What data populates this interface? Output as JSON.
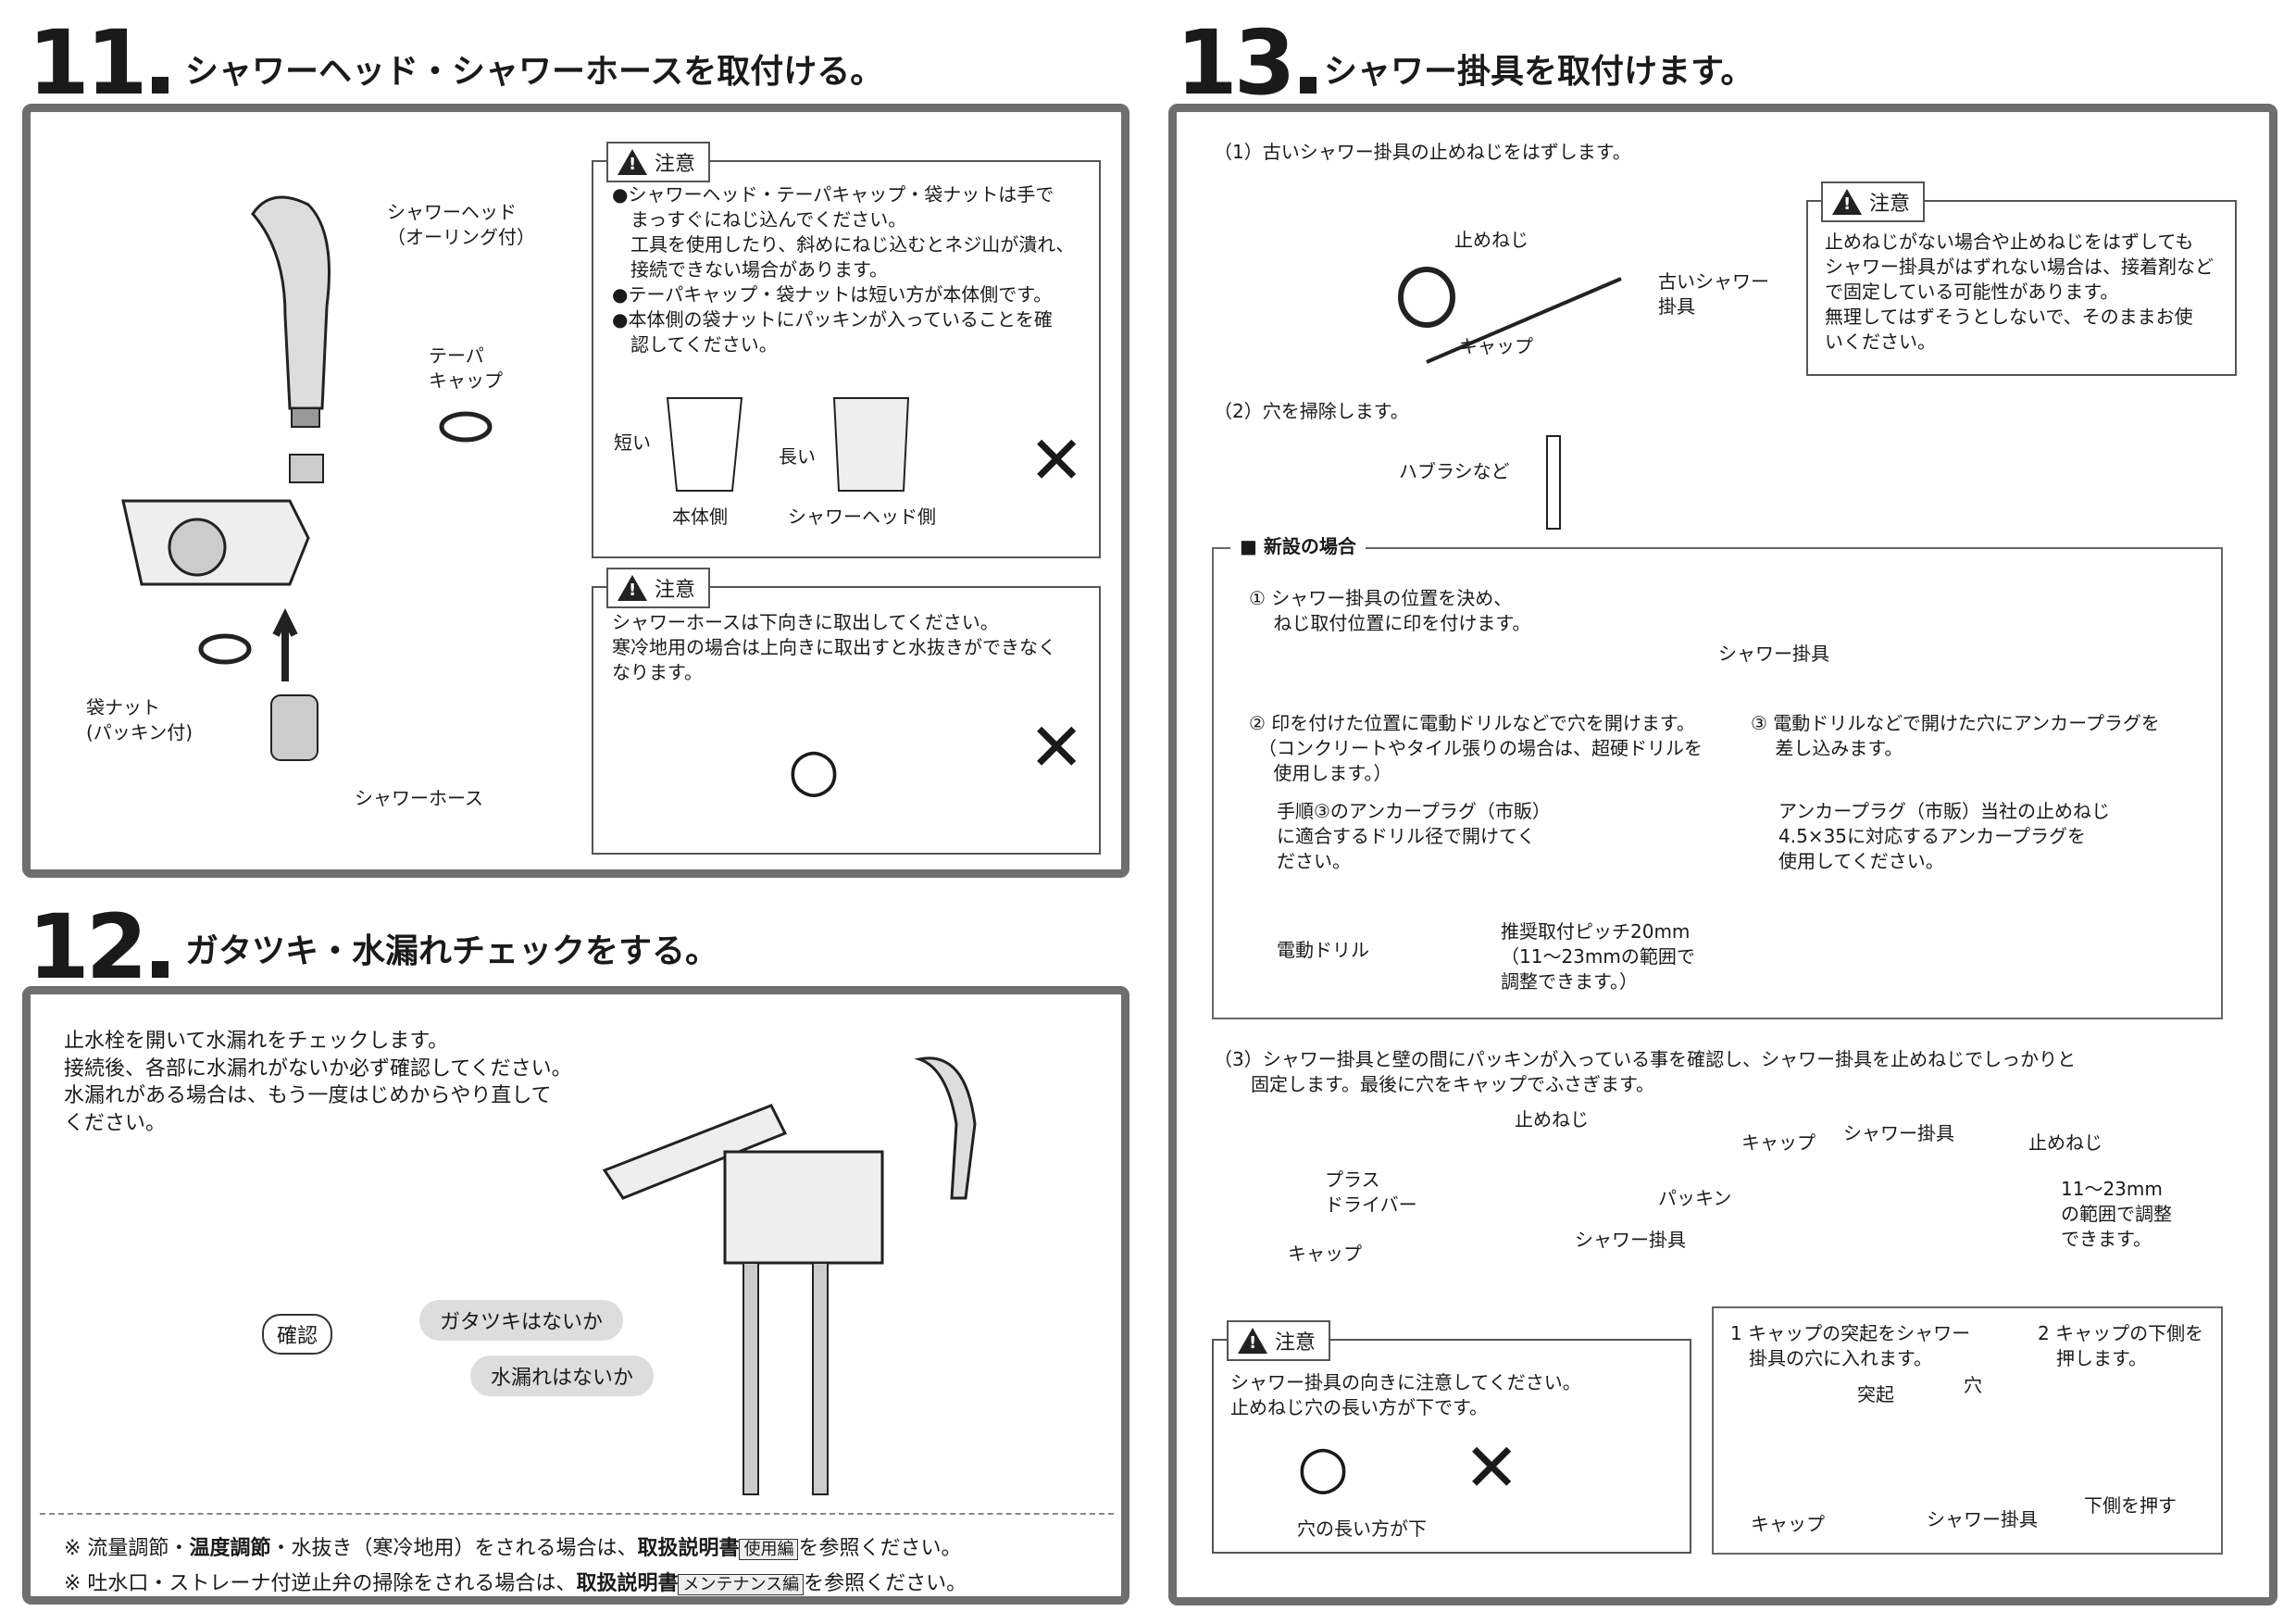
{
  "s11": {
    "number": "11",
    "title": "シャワーヘッド・シャワーホースを取付ける。",
    "labels": {
      "shower_head": "シャワーヘッド\n（オーリング付）",
      "taper_cap": "テーパ\nキャップ",
      "bag_nut": "袋ナット\n(パッキン付)",
      "shower_hose": "シャワーホース"
    },
    "caution1": {
      "tag": "注意",
      "text": "●シャワーヘッド・テーパキャップ・袋ナットは手で\n　まっすぐにねじ込んでください。\n　工具を使用したり、斜めにねじ込むとネジ山が潰れ、\n　接続できない場合があります。\n●テーパキャップ・袋ナットは短い方が本体側です。\n●本体側の袋ナットにパッキンが入っていることを確\n　認してください。",
      "short": "短い",
      "long": "長い",
      "body_side": "本体側",
      "head_side": "シャワーヘッド側",
      "ng": "✕"
    },
    "caution2": {
      "tag": "注意",
      "text": "シャワーホースは下向きに取出してください。\n寒冷地用の場合は上向きに取出すと水抜きができなく\nなります。",
      "ok": "○",
      "ng": "✕"
    }
  },
  "s12": {
    "number": "12",
    "title": "ガタツキ・水漏れチェックをする。",
    "intro": "止水栓を開いて水漏れをチェックします。\n接続後、各部に水漏れがないか必ず確認してください。\n水漏れがある場合は、もう一度はじめからやり直して\nください。",
    "confirm": "確認",
    "wobble": "ガタツキはないか",
    "leak": "水漏れはないか",
    "note1": {
      "pre": "※ 流量調節・",
      "b1": "温度調節",
      "mid": "・水抜き（寒冷地用）をされる場合は、",
      "b2": "取扱説明書",
      "box": "使用編",
      "post": "を参照ください。"
    },
    "note2": {
      "pre": "※ 吐水口・ストレーナ付逆止弁の掃除をされる場合は、",
      "b2": "取扱説明書",
      "box": "メンテナンス編",
      "post": "を参照ください。"
    }
  },
  "s13": {
    "number": "13",
    "title": "シャワー掛具を取付けます。",
    "step1": "（1）古いシャワー掛具の止めねじをはずします。",
    "step1_labels": {
      "screw": "止めねじ",
      "old_holder": "古いシャワー\n掛具",
      "cap": "キャップ"
    },
    "caution": {
      "tag": "注意",
      "text": "止めねじがない場合や止めねじをはずしても\nシャワー掛具がはずれない場合は、接着剤など\nで固定している可能性があります。\n無理してはずそうとしないで、そのままお使\nいください。"
    },
    "step2": "（2）穴を掃除します。",
    "toothbrush": "ハブラシなど",
    "new_install": {
      "heading": "■ 新設の場合",
      "p1": "① シャワー掛具の位置を決め、\n　 ねじ取付位置に印を付けます。",
      "holder": "シャワー掛具",
      "p2": "② 印を付けた位置に電動ドリルなどで穴を開けます。\n　（コンクリートやタイル張りの場合は、超硬ドリルを\n　 使用します。）",
      "p3": "③ 電動ドリルなどで開けた穴にアンカープラグを\n　 差し込みます。",
      "drill_note": "手順③のアンカープラグ（市販）\nに適合するドリル径で開けてく\nださい。",
      "drill": "電動ドリル",
      "pitch": "推奨取付ピッチ20mm\n（11～23mmの範囲で\n調整できます。）",
      "anchor_note": "アンカープラグ（市販）当社の止めねじ\n4.5×35に対応するアンカープラグを\n使用してください。"
    },
    "step3": "（3）シャワー掛具と壁の間にパッキンが入っている事を確認し、シャワー掛具を止めねじでしっかりと\n　　固定します。最後に穴をキャップでふさぎます。",
    "step3_labels": {
      "screw": "止めねじ",
      "plus": "プラス\nドライバー",
      "packing": "パッキン",
      "cap": "キャップ",
      "holder": "シャワー掛具",
      "cap2": "キャップ",
      "holder2": "シャワー掛具",
      "screw2": "止めねじ",
      "range": "11～23mm\nの範囲で調整\nできます。"
    },
    "caution3": {
      "tag": "注意",
      "text": "シャワー掛具の向きに注意してください。\n止めねじ穴の長い方が下です。",
      "ok": "○",
      "ng": "✕",
      "caption": "穴の長い方が下"
    },
    "cap_steps": {
      "s1": "1 キャップの突起をシャワー\n　掛具の穴に入れます。",
      "s2": "2 キャップの下側を\n　押します。",
      "protrusion": "突起",
      "hole": "穴",
      "cap": "キャップ",
      "holder": "シャワー掛具",
      "push": "下側を押す"
    }
  }
}
